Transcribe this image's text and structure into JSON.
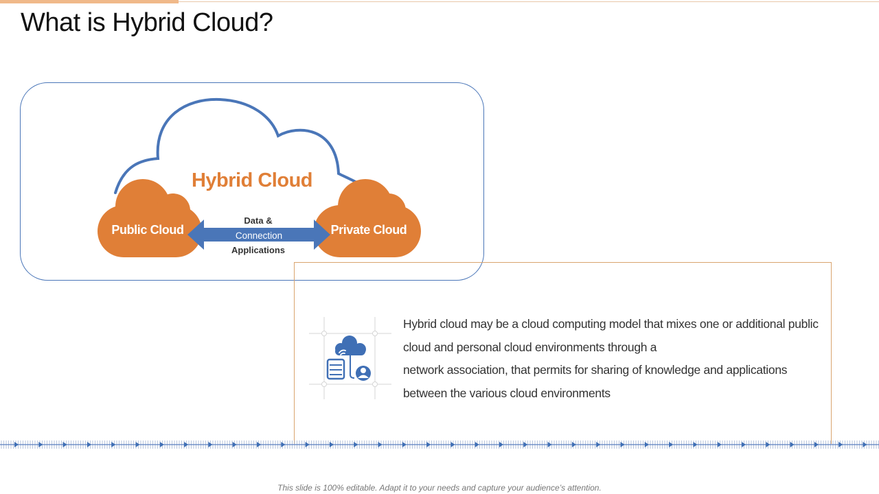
{
  "slide": {
    "title": "What is Hybrid Cloud?",
    "footer_note": "This slide is 100% editable. Adapt it to your needs and capture your audience’s attention."
  },
  "diagram": {
    "center_label": "Hybrid Cloud",
    "left_cloud_label": "Public Cloud",
    "right_cloud_label": "Private Cloud",
    "arrow_top_label": "Data &",
    "arrow_middle_label": "Connection",
    "arrow_bottom_label": "Applications",
    "colors": {
      "outline_blue": "#4a76b8",
      "cloud_orange": "#e07f37",
      "arrow_blue": "#4a76b8",
      "title_orange": "#e07f37"
    }
  },
  "description": {
    "icon": "hybrid-cloud-network-icon",
    "lines": [
      "Hybrid cloud may be a cloud computing model that mixes one or additional public",
      "cloud and personal cloud environments through a",
      "network association, that permits for sharing of knowledge and applications",
      "between the various cloud environments"
    ]
  }
}
